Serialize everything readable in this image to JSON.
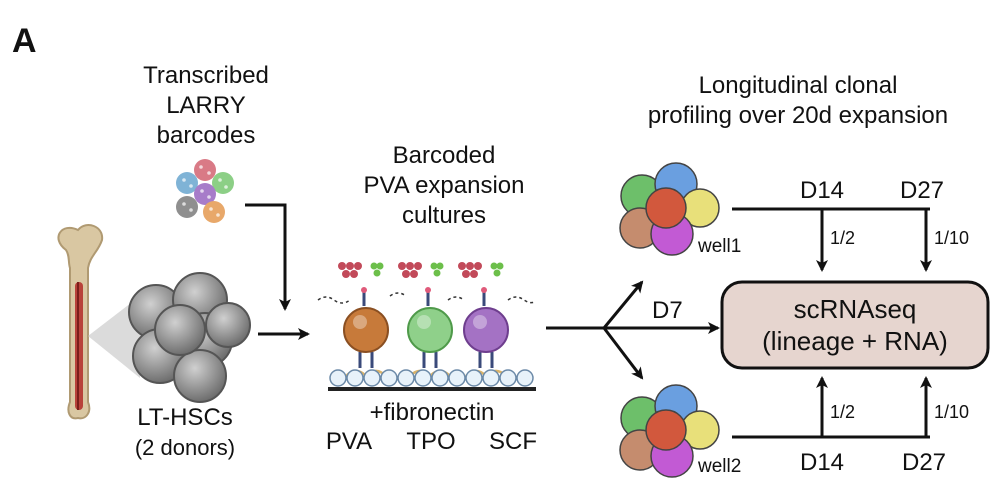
{
  "panel_label": "A",
  "barcodes": {
    "lines": [
      "Transcribed",
      "LARRY",
      "barcodes"
    ]
  },
  "cells": {
    "label": "LT-HSCs",
    "sublabel": "(2 donors)"
  },
  "culture": {
    "title_lines": [
      "Barcoded",
      "PVA expansion",
      "cultures"
    ],
    "substrate": "+fibronectin",
    "reagents": [
      "PVA",
      "TPO",
      "SCF"
    ]
  },
  "profiling": {
    "title_lines": [
      "Longitudinal clonal",
      "profiling over 20d expansion"
    ]
  },
  "split_day": "D7",
  "wells": [
    {
      "name": "well1",
      "timepoints": [
        {
          "day": "D14",
          "fraction": "1/2"
        },
        {
          "day": "D27",
          "fraction": "1/10"
        }
      ]
    },
    {
      "name": "well2",
      "timepoints": [
        {
          "day": "D14",
          "fraction": "1/2"
        },
        {
          "day": "D27",
          "fraction": "1/10"
        }
      ]
    }
  ],
  "readout": {
    "line1": "scRNAseq",
    "line2": "(lineage + RNA)"
  },
  "colors": {
    "arrow": "#111111",
    "readout_fill": "#e6d5cf",
    "cell_gray": "#8e8e8e",
    "cell_orange": "#c77a3a",
    "cell_green": "#8fd08a",
    "cell_purple": "#a472c4",
    "bone": "#d9c7a2",
    "marrow": "#b8423a",
    "clone_colors": [
      "#d2583d",
      "#6a9fe0",
      "#e8e07a",
      "#6dbf6a",
      "#c58c6e",
      "#c25ad4"
    ]
  }
}
